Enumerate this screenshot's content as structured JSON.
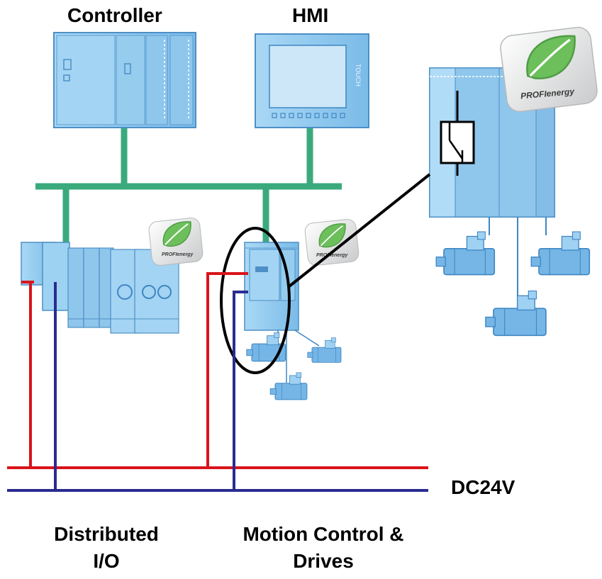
{
  "labels": {
    "controller": "Controller",
    "hmi": "HMI",
    "supply": "DC24V",
    "dio_line1": "Distributed",
    "dio_line2": "I/O",
    "mc_line1": "Motion Control &",
    "mc_line2": "Drives"
  },
  "badges": {
    "large": "PROFIenergy",
    "small_dio": "PROFIenergy",
    "small_mc": "PROFIenergy"
  },
  "hmi_screen_text": "TOUCH",
  "colors": {
    "profinet": "#3aaa7c",
    "supply_positive": "#d9141b",
    "supply_negative": "#2a2b8f",
    "device": "#8ec9ef",
    "device_dark": "#4d8fc6",
    "leaf": "#6cbf5b",
    "highlight": "#000000"
  }
}
